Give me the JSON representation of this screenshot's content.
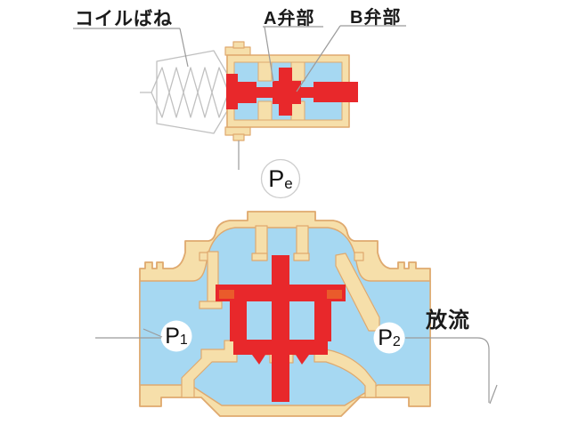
{
  "diagram": {
    "title_context": "valve cross-section diagram",
    "colors": {
      "background": "#ffffff",
      "body_cream": "#F6DFAA",
      "body_outline": "#DFA96E",
      "fluid_blue": "#A6D8F2",
      "valve_red": "#E8282B",
      "accent_orange": "#EA5B2B",
      "leader_gray": "#9B9B9B",
      "spring_gray": "#C0C0C0",
      "text": "#1A1A1A"
    },
    "pilot_valve": {
      "coil_spring_label": "コイルばね",
      "valve_a_label": "A弁部",
      "valve_b_label": "B弁部",
      "pe_badge": {
        "main": "P",
        "sub": "e"
      }
    },
    "main_valve": {
      "p1_badge": {
        "main": "P",
        "sub": "1"
      },
      "p2_badge": {
        "main": "P",
        "sub": "2"
      },
      "discharge_label": "放流"
    }
  }
}
